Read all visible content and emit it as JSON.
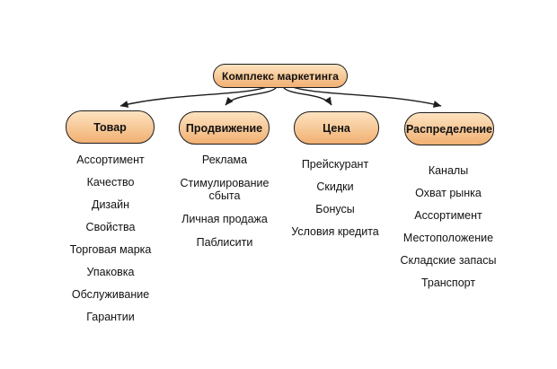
{
  "diagram": {
    "root_label": "Комплекс маркетинга",
    "branches": [
      {
        "label": "Товар",
        "items": [
          "Ассортимент",
          "Качество",
          "Дизайн",
          "Свойства",
          "Торговая марка",
          "Упаковка",
          "Обслуживание",
          "Гарантии"
        ]
      },
      {
        "label": "Продвижение",
        "items": [
          "Реклама",
          "Стимулирование сбыта",
          "Личная продажа",
          "Паблисити"
        ]
      },
      {
        "label": "Цена",
        "items": [
          "Прейскурант",
          "Скидки",
          "Бонусы",
          "Условия кредита"
        ]
      },
      {
        "label": "Распределение",
        "items": [
          "Каналы",
          "Охват рынка",
          "Ассортимент",
          "Местоположение",
          "Складские запасы",
          "Транспорт"
        ]
      }
    ],
    "colors": {
      "node_fill_top": "#fde3c0",
      "node_fill_bottom": "#f1b072",
      "node_border": "#1d1d1d",
      "text": "#121212",
      "arrow": "#1d1d1d",
      "background": "#ffffff"
    }
  }
}
